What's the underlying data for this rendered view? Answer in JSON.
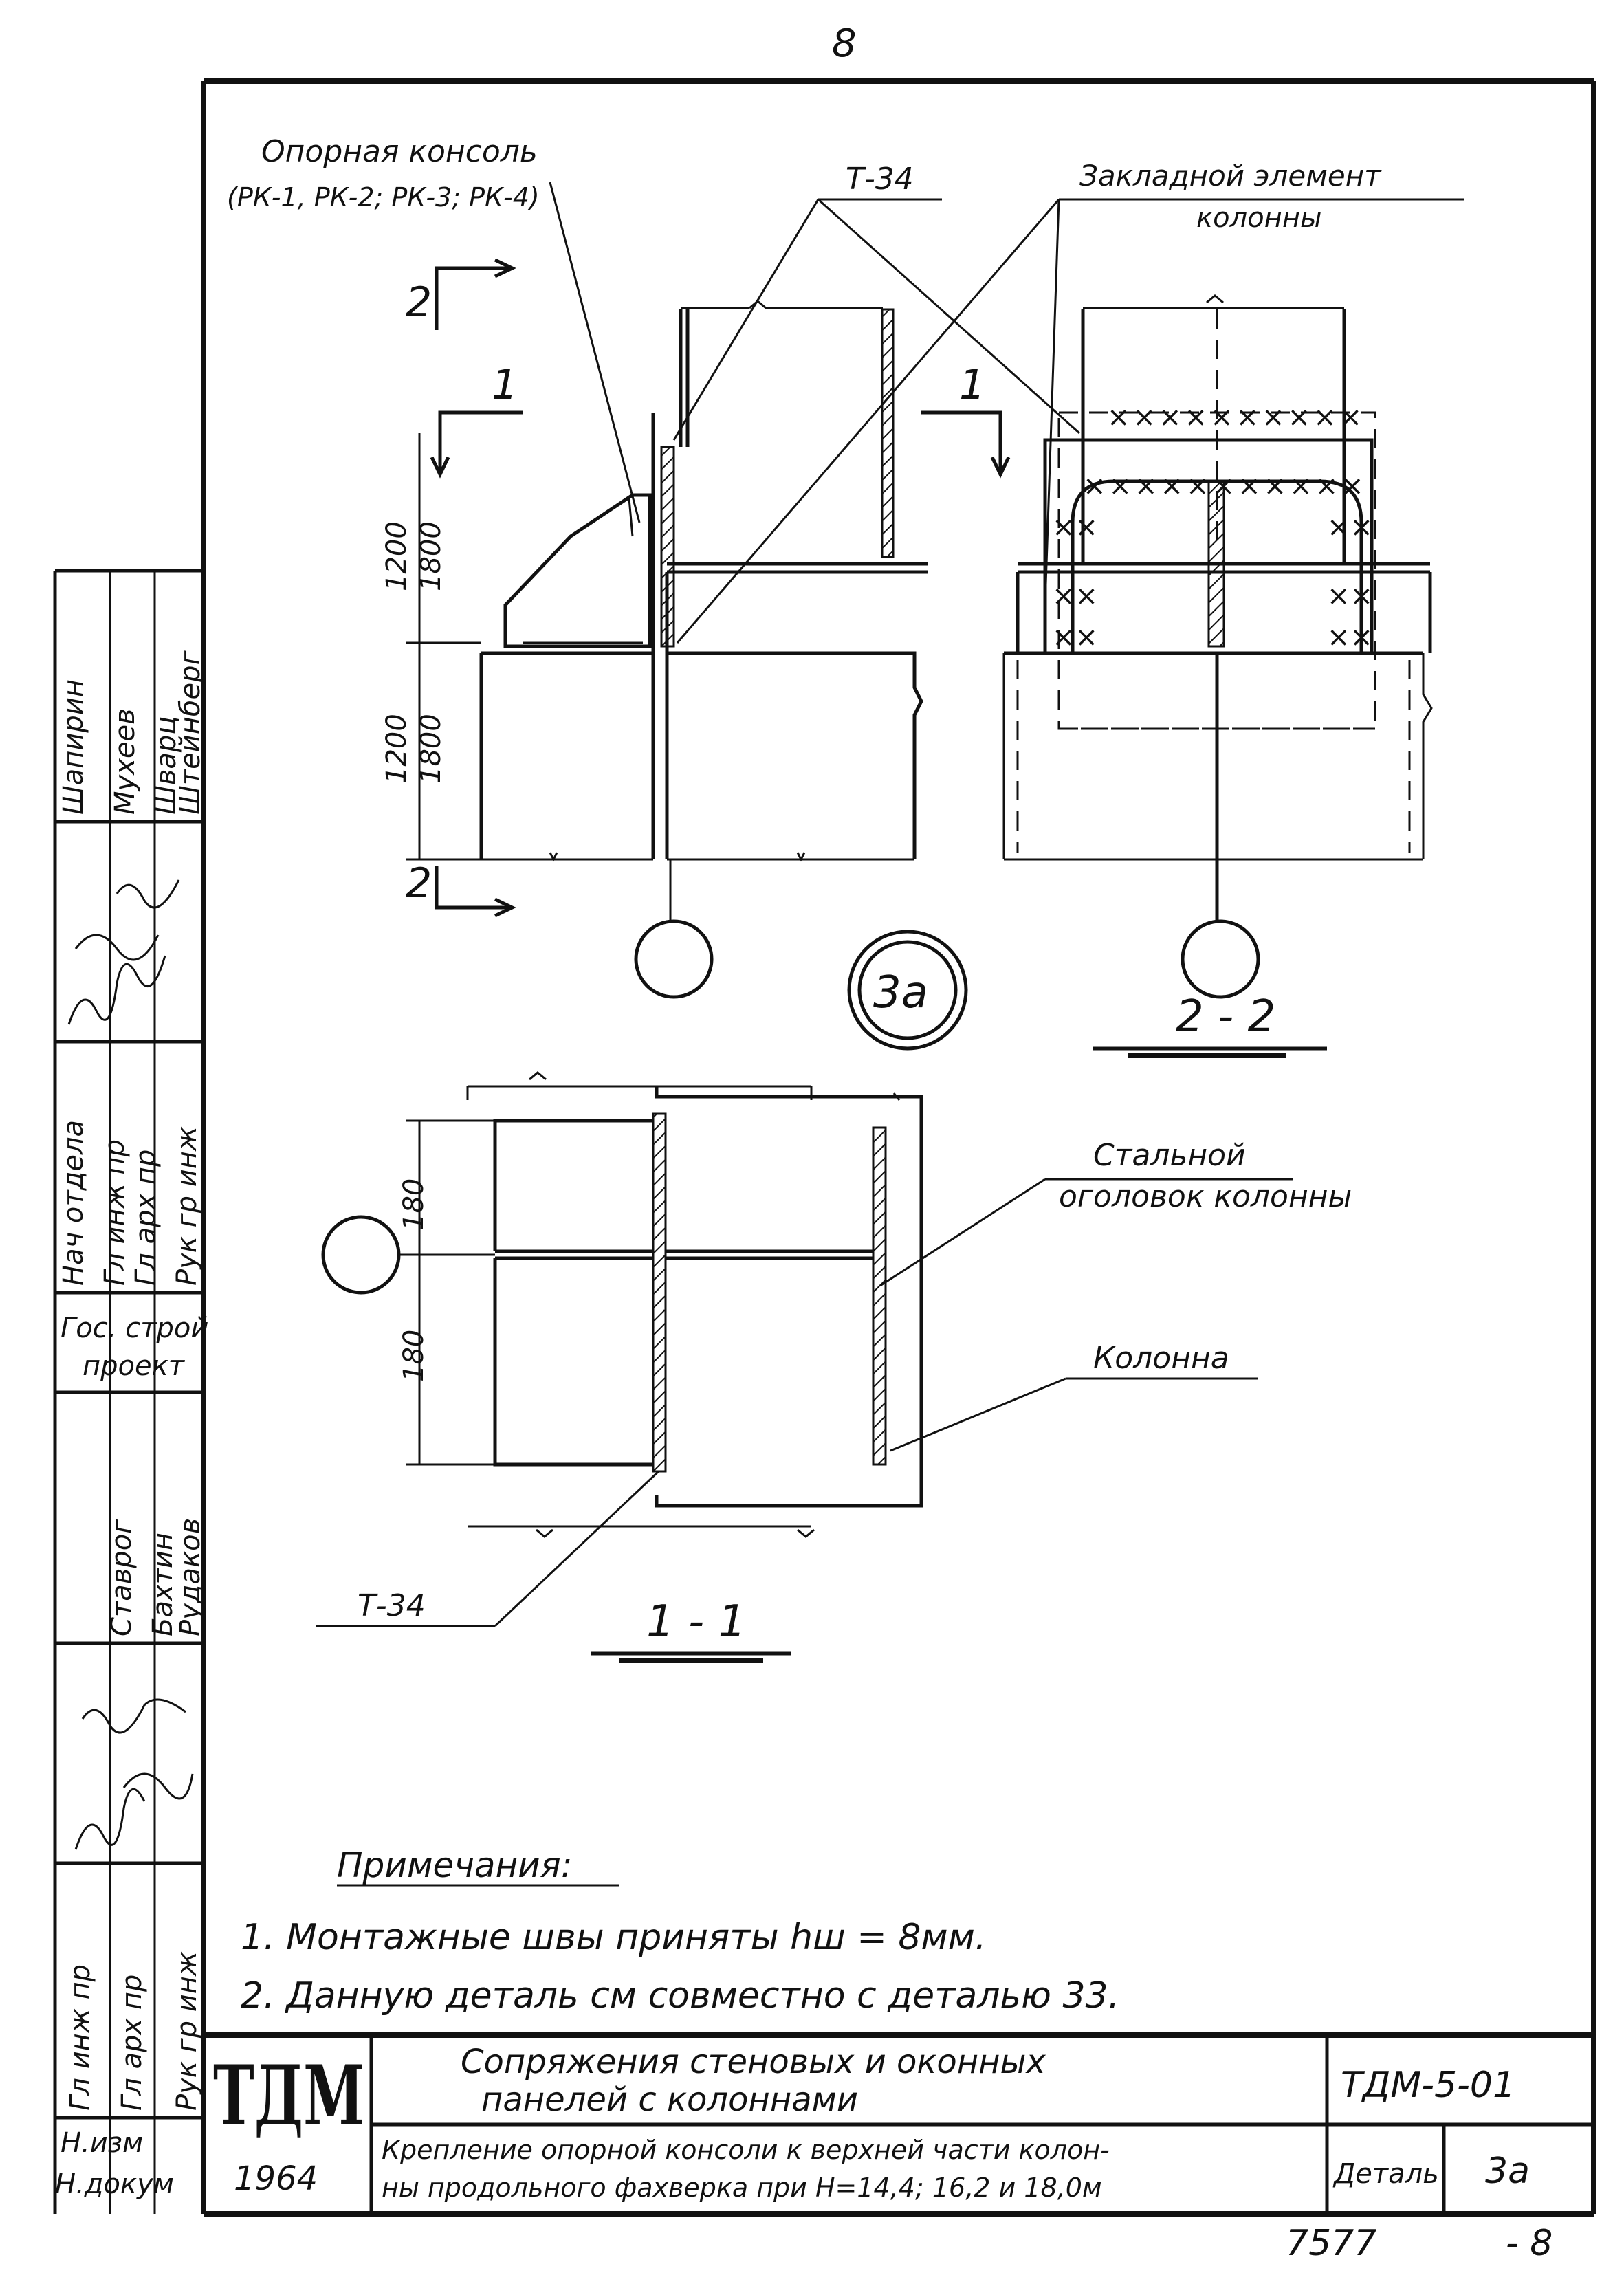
{
  "page": {
    "page_number": "8",
    "archive_number": "7577",
    "sheet_mark": "- 8"
  },
  "drawing": {
    "callouts": {
      "support_console": "Опорная консоль",
      "support_console_types": "(РК-1, РК-2; РК-3; РК-4)",
      "t34_top": "Т-34",
      "embedded_element": "Закладной элемент",
      "embedded_element_2": "колонны",
      "steel_cap": "Стальной",
      "steel_cap_2": "оголовок колонны",
      "column": "Колонна",
      "t34_bottom": "Т-34"
    },
    "section_marks": {
      "s2_top": "2",
      "s2_bottom": "2",
      "s1_left": "1",
      "s1_right": "1",
      "detail_label": "3а",
      "section_22": "2 - 2",
      "section_11": "1 - 1"
    },
    "dimensions": {
      "upper_a": "1200",
      "upper_b": "1800",
      "lower_a": "1200",
      "lower_b": "1800",
      "plan_top": "180",
      "plan_bottom": "180"
    }
  },
  "notes": {
    "heading": "Примечания:",
    "items": [
      "1. Монтажные швы приняты hш = 8мм.",
      "2. Данную деталь см совместно с деталью 33."
    ]
  },
  "title_block": {
    "logo": "ТДМ",
    "year": "1964",
    "title_line_1": "Сопряжения стеновых и оконных",
    "title_line_2": "панелей с колоннами",
    "subtitle_line_1": "Крепление опорной консоли к верхней части колон-",
    "subtitle_line_2": "ны продольного фахверка при Н=14,4; 16,2 и 18,0м",
    "doc_code": "ТДМ-5-01",
    "detail_label": "Деталь",
    "detail_value": "3а"
  },
  "side_stamp": {
    "block_1": [
      "Н.изм",
      "Н.докум"
    ],
    "block_2": [
      "Гл инж пр",
      "Гл арх пр",
      "Рук гр инж"
    ],
    "block_3": [
      "Ставрог",
      "Бахтин",
      "Рудаков"
    ],
    "block_4": [
      "Гос. строй",
      "проект"
    ],
    "block_5": [
      "Нач отдела",
      "Гл инж пр",
      "Гл арх пр",
      "Рук гр инж"
    ],
    "block_6": [
      "Шапирин",
      "Мухеев",
      "Шварц",
      "Штейнберг"
    ]
  }
}
